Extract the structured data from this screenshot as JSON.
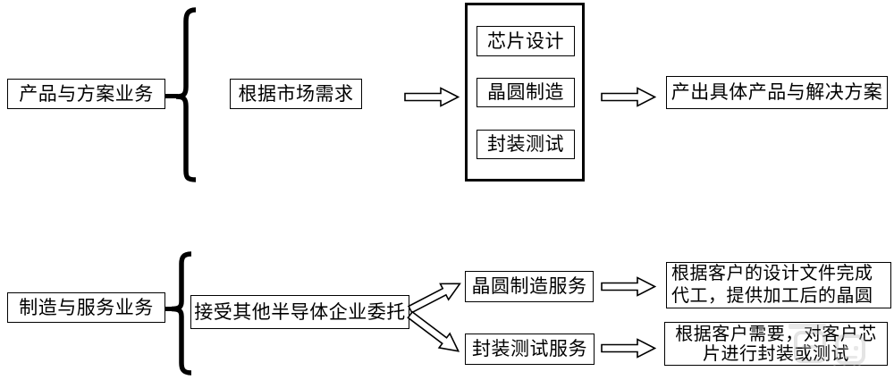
{
  "page": {
    "background_color": "#ffffff",
    "line_color": "#000000",
    "watermark_color": "#bbbbbb"
  },
  "flow_product": {
    "category_label": "产品与方案业务",
    "driver_label": "根据市场需求",
    "process_steps": [
      "芯片设计",
      "晶圆制造",
      "封装测试"
    ],
    "output_label": "产出具体产品与解决方案"
  },
  "flow_service": {
    "category_label": "制造与服务业务",
    "driver_label": "接受其他半导体企业委托",
    "services": [
      {
        "name": "晶圆制造服务",
        "result": "根据客户的设计文件完成代工，提供加工后的晶圆"
      },
      {
        "name": "封装测试服务",
        "result": "根据客户需要，对客户芯片进行封装或测试"
      }
    ]
  }
}
